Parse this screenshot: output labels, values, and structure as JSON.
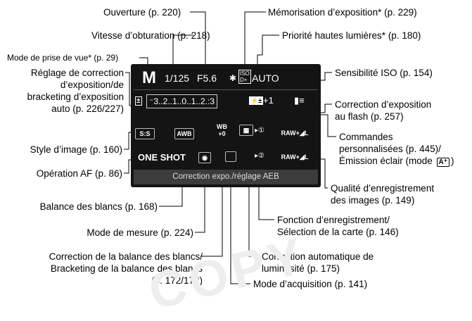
{
  "labels": {
    "ouverture": "Ouverture (p. 220)",
    "memorisation": "Mémorisation d’exposition* (p. 229)",
    "vitesse": "Vitesse d’obturation (p. 218)",
    "priorite": "Priorité hautes lumières* (p. 180)",
    "mode_prise": "Mode de prise de vue* (p. 29)",
    "sensibilite": "Sensibilité ISO (p. 154)",
    "reglage_1": "Réglage de correction",
    "reglage_2": "d’exposition/de",
    "reglage_3": "bracketing d’exposition",
    "reglage_4": "auto (p. 226/227)",
    "corr_flash_1": "Correction d’exposition",
    "corr_flash_2": "au flash (p. 257)",
    "commandes_1": "Commandes",
    "commandes_2": "personnalisées (p. 445)/",
    "commandes_3": "Émission éclair (mode ",
    "commandes_3_tail": ")",
    "style": "Style d’image (p. 160)",
    "operation_af": "Opération AF (p. 86)",
    "qualite_1": "Qualité d’enregistrement",
    "qualite_2": "des images (p. 149)",
    "balance": "Balance des blancs (p. 168)",
    "fonction_1": "Fonction d’enregistrement/",
    "fonction_2": "Sélection de la carte (p. 146)",
    "mesure": "Mode de mesure (p. 224)",
    "corr_auto_1": "Correction automatique de",
    "corr_auto_2": "luminosité (p. 175)",
    "corr_bal_1": "Correction de la balance des blancs/",
    "corr_bal_2": "Bracketing de la balance des blancs",
    "corr_bal_3": "(p. 172/173)",
    "acquisition": "Mode d’acquisition (p. 141)"
  },
  "panel": {
    "mode": "M",
    "shutter": "1/125",
    "aperture": "F5.6",
    "ae_lock": "✱",
    "iso": "AUTO",
    "exp_scale": "⁻3..2..1..0..1..2.:3",
    "flash_comp": "+1",
    "picture_style_icon": "S:S",
    "wb": "AWB",
    "af_mode": "ONE SHOT",
    "quality_1": "RAW+◢L",
    "quality_2": "RAW+◢L",
    "bottom_bar": "Correction expo./réglage AEB"
  },
  "watermark": "COPY"
}
